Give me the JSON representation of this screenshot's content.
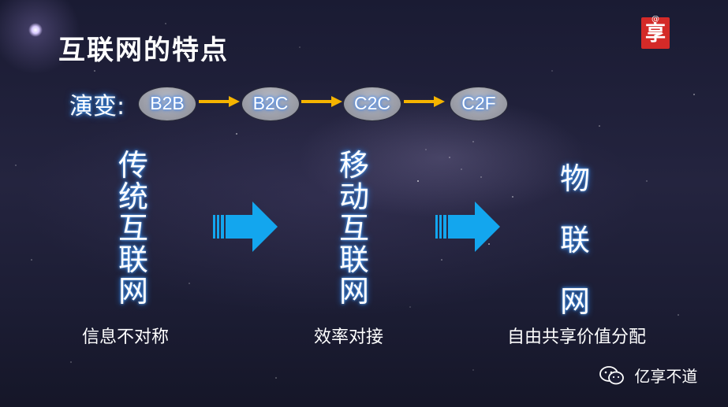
{
  "title": "互联网的特点",
  "logo_text": "享",
  "evolution": {
    "label": "演变:",
    "steps": [
      "B2B",
      "B2C",
      "C2C",
      "C2F"
    ]
  },
  "columns": [
    {
      "chars": [
        "传",
        "统",
        "互",
        "联",
        "网"
      ],
      "caption": "信息不对称"
    },
    {
      "chars": [
        "移",
        "动",
        "互",
        "联",
        "网"
      ],
      "caption": "效率对接"
    },
    {
      "chars": [
        "物",
        "联",
        "网"
      ],
      "caption": "自由共享价值分配"
    }
  ],
  "watermark": {
    "text": "亿享不道",
    "icon": "wechat-icon"
  },
  "colors": {
    "arrow_blue": "#13a6ee",
    "arrow_gold": "#f5b400",
    "logo_red": "#d42a28",
    "text_glow": "#2a80e8"
  }
}
